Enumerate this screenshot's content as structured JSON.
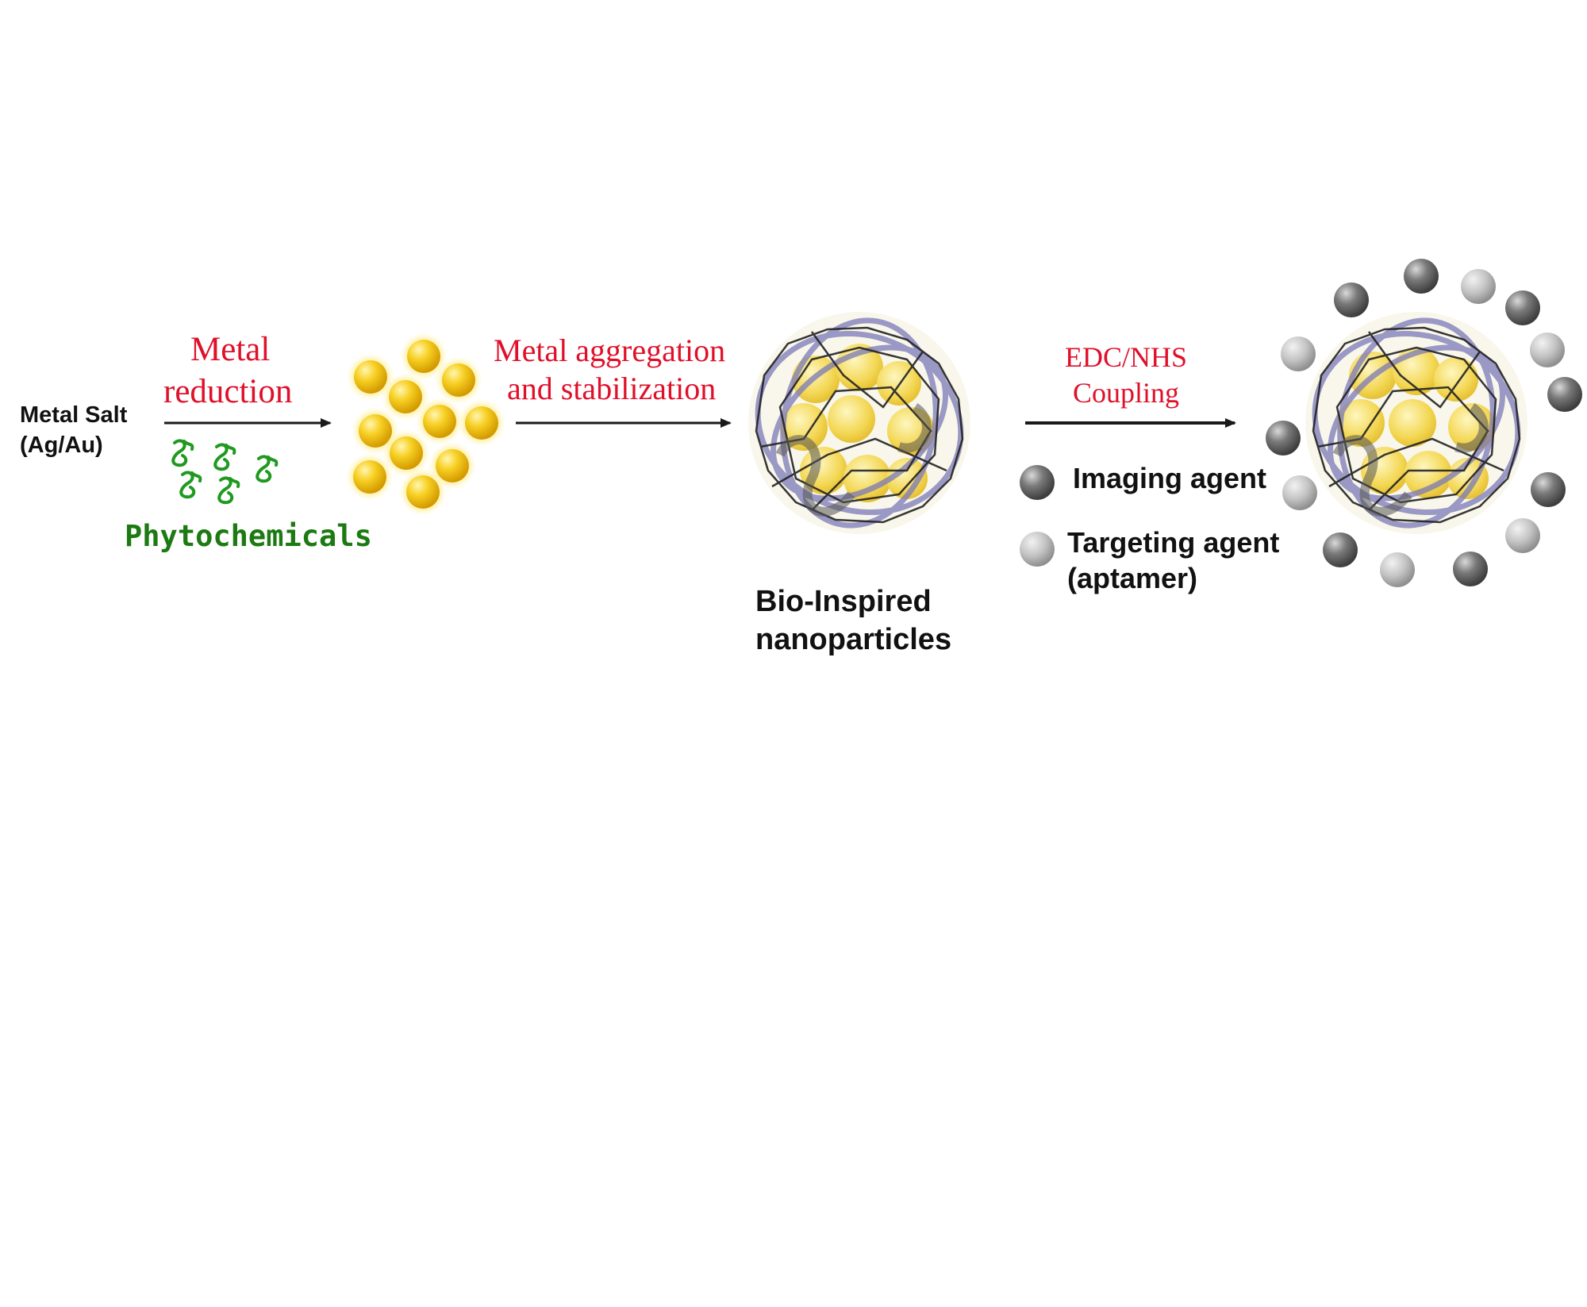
{
  "step1": {
    "input_line1": "Metal Salt",
    "input_line2": "(Ag/Au)",
    "arrow_label_line1": "Metal",
    "arrow_label_line2": "reduction",
    "phyto_label": "Phytochemicals"
  },
  "step2": {
    "arrow_label_line1": "Metal aggregation",
    "arrow_label_line2": "and stabilization"
  },
  "step3": {
    "product_line1": "Bio-Inspired",
    "product_line2": "nanoparticles",
    "arrow_label_line1": "EDC/NHS",
    "arrow_label_line2": "Coupling"
  },
  "legend": {
    "imaging_label": "Imaging agent",
    "targeting_line1": "Targeting agent",
    "targeting_line2": "(aptamer)"
  },
  "colors": {
    "label_red": "#e0102a",
    "phyto_green": "#1d7a12",
    "gold": "#f2c21a",
    "imaging_gray": "#6b6b6b",
    "targeting_gray": "#bdbdbd"
  }
}
